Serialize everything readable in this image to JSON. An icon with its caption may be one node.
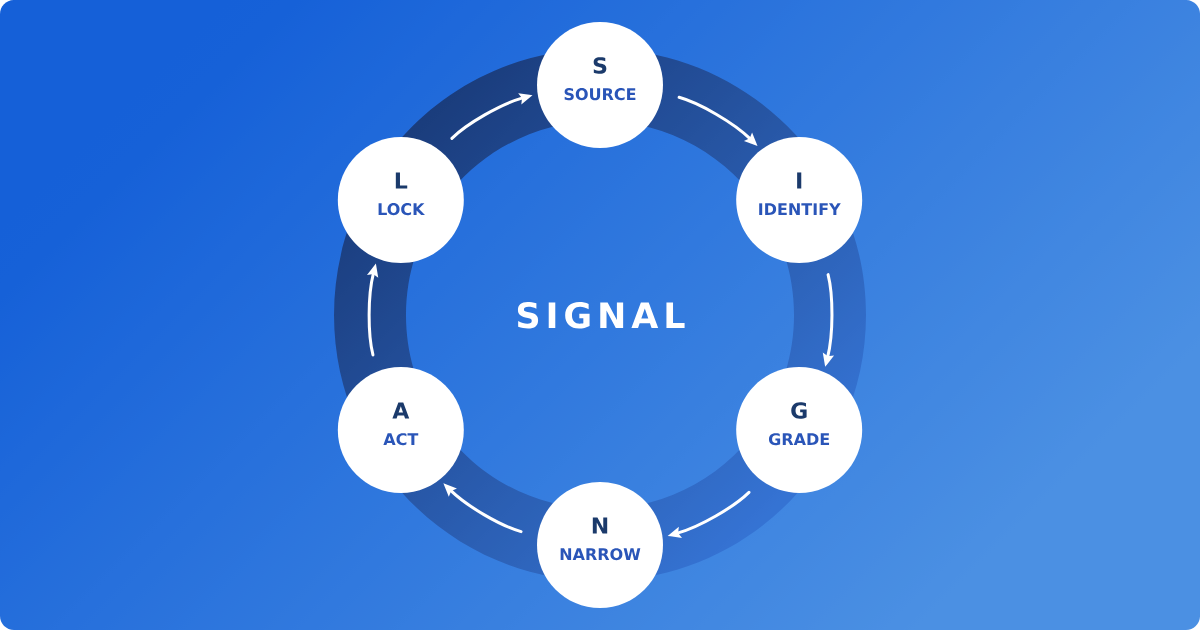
{
  "diagram": {
    "title": "SIGNAL",
    "nodes": [
      {
        "text": [
          "S",
          "SOURCE"
        ]
      },
      {
        "text": [
          "I",
          "IDENTIFY"
        ]
      },
      {
        "text": [
          "G",
          "GRADE"
        ]
      },
      {
        "text": [
          "N",
          "NARROW"
        ]
      },
      {
        "text": [
          "A",
          "ACT"
        ]
      },
      {
        "text": [
          "L",
          "LOCK"
        ]
      }
    ],
    "edges": [
      {
        "from": 0,
        "to": 1,
        "arrow": "to"
      },
      {
        "from": 1,
        "to": 2,
        "arrow": "to"
      },
      {
        "from": 2,
        "to": 3,
        "arrow": "to"
      },
      {
        "from": 3,
        "to": 4,
        "arrow": "to"
      },
      {
        "from": 4,
        "to": 5,
        "arrow": "to"
      },
      {
        "from": 5,
        "to": 0,
        "arrow": "to"
      }
    ]
  }
}
